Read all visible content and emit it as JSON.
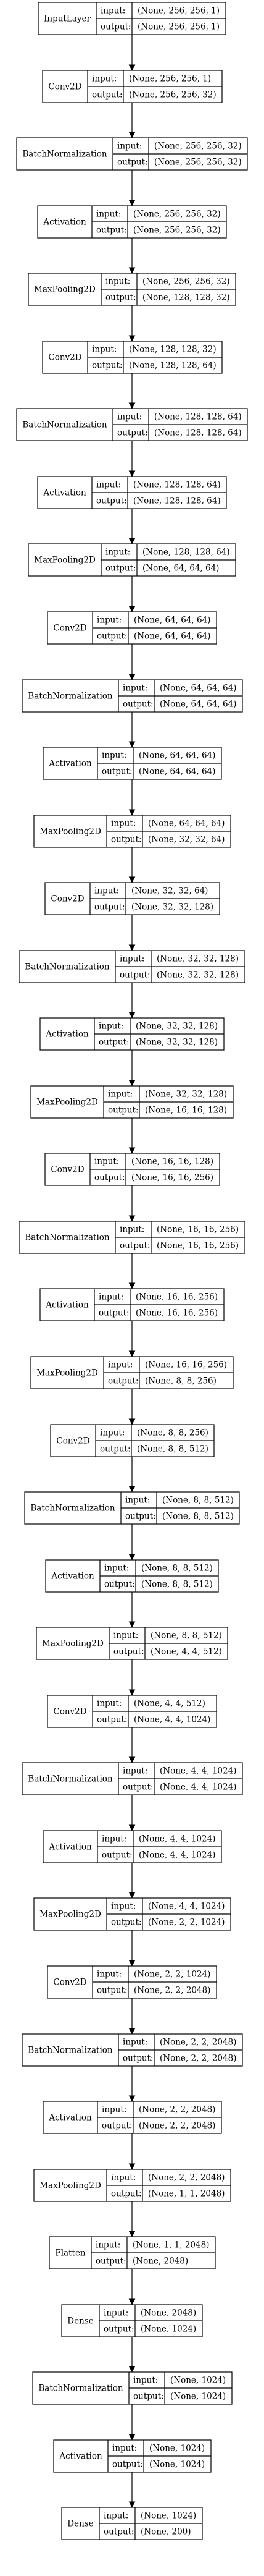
{
  "labels": {
    "input": "input:",
    "output": "output:"
  },
  "layers": [
    {
      "name": "InputLayer",
      "input": "(None, 256, 256, 1)",
      "output": "(None, 256, 256, 1)"
    },
    {
      "name": "Conv2D",
      "input": "(None, 256, 256, 1)",
      "output": "(None, 256, 256, 32)"
    },
    {
      "name": "BatchNormalization",
      "input": "(None, 256, 256, 32)",
      "output": "(None, 256, 256, 32)"
    },
    {
      "name": "Activation",
      "input": "(None, 256, 256, 32)",
      "output": "(None, 256, 256, 32)"
    },
    {
      "name": "MaxPooling2D",
      "input": "(None, 256, 256, 32)",
      "output": "(None, 128, 128, 32)"
    },
    {
      "name": "Conv2D",
      "input": "(None, 128, 128, 32)",
      "output": "(None, 128, 128, 64)"
    },
    {
      "name": "BatchNormalization",
      "input": "(None, 128, 128, 64)",
      "output": "(None, 128, 128, 64)"
    },
    {
      "name": "Activation",
      "input": "(None, 128, 128, 64)",
      "output": "(None, 128, 128, 64)"
    },
    {
      "name": "MaxPooling2D",
      "input": "(None, 128, 128, 64)",
      "output": "(None, 64, 64, 64)"
    },
    {
      "name": "Conv2D",
      "input": "(None, 64, 64, 64)",
      "output": "(None, 64, 64, 64)"
    },
    {
      "name": "BatchNormalization",
      "input": "(None, 64, 64, 64)",
      "output": "(None, 64, 64, 64)"
    },
    {
      "name": "Activation",
      "input": "(None, 64, 64, 64)",
      "output": "(None, 64, 64, 64)"
    },
    {
      "name": "MaxPooling2D",
      "input": "(None, 64, 64, 64)",
      "output": "(None, 32, 32, 64)"
    },
    {
      "name": "Conv2D",
      "input": "(None, 32, 32, 64)",
      "output": "(None, 32, 32, 128)"
    },
    {
      "name": "BatchNormalization",
      "input": "(None, 32, 32, 128)",
      "output": "(None, 32, 32, 128)"
    },
    {
      "name": "Activation",
      "input": "(None, 32, 32, 128)",
      "output": "(None, 32, 32, 128)"
    },
    {
      "name": "MaxPooling2D",
      "input": "(None, 32, 32, 128)",
      "output": "(None, 16, 16, 128)"
    },
    {
      "name": "Conv2D",
      "input": "(None, 16, 16, 128)",
      "output": "(None, 16, 16, 256)"
    },
    {
      "name": "BatchNormalization",
      "input": "(None, 16, 16, 256)",
      "output": "(None, 16, 16, 256)"
    },
    {
      "name": "Activation",
      "input": "(None, 16, 16, 256)",
      "output": "(None, 16, 16, 256)"
    },
    {
      "name": "MaxPooling2D",
      "input": "(None, 16, 16, 256)",
      "output": "(None, 8, 8, 256)"
    },
    {
      "name": "Conv2D",
      "input": "(None, 8, 8, 256)",
      "output": "(None, 8, 8, 512)"
    },
    {
      "name": "BatchNormalization",
      "input": "(None, 8, 8, 512)",
      "output": "(None, 8, 8, 512)"
    },
    {
      "name": "Activation",
      "input": "(None, 8, 8, 512)",
      "output": "(None, 8, 8, 512)"
    },
    {
      "name": "MaxPooling2D",
      "input": "(None, 8, 8, 512)",
      "output": "(None, 4, 4, 512)"
    },
    {
      "name": "Conv2D",
      "input": "(None, 4, 4, 512)",
      "output": "(None, 4, 4, 1024)"
    },
    {
      "name": "BatchNormalization",
      "input": "(None, 4, 4, 1024)",
      "output": "(None, 4, 4, 1024)"
    },
    {
      "name": "Activation",
      "input": "(None, 4, 4, 1024)",
      "output": "(None, 4, 4, 1024)"
    },
    {
      "name": "MaxPooling2D",
      "input": "(None, 4, 4, 1024)",
      "output": "(None, 2, 2, 1024)"
    },
    {
      "name": "Conv2D",
      "input": "(None, 2, 2, 1024)",
      "output": "(None, 2, 2, 2048)"
    },
    {
      "name": "BatchNormalization",
      "input": "(None, 2, 2, 2048)",
      "output": "(None, 2, 2, 2048)"
    },
    {
      "name": "Activation",
      "input": "(None, 2, 2, 2048)",
      "output": "(None, 2, 2, 2048)"
    },
    {
      "name": "MaxPooling2D",
      "input": "(None, 2, 2, 2048)",
      "output": "(None, 1, 1, 2048)"
    },
    {
      "name": "Flatten",
      "input": "(None, 1, 1, 2048)",
      "output": "(None, 2048)"
    },
    {
      "name": "Dense",
      "input": "(None, 2048)",
      "output": "(None, 1024)"
    },
    {
      "name": "BatchNormalization",
      "input": "(None, 1024)",
      "output": "(None, 1024)"
    },
    {
      "name": "Activation",
      "input": "(None, 1024)",
      "output": "(None, 1024)"
    },
    {
      "name": "Dense",
      "input": "(None, 1024)",
      "output": "(None, 200)"
    }
  ]
}
